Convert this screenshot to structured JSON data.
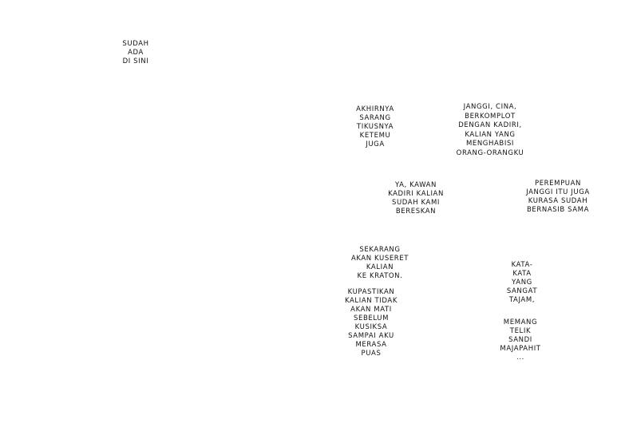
{
  "dialogues": [
    {
      "id": "sudah-ada",
      "lines": [
        "SUDAH",
        "ADA",
        "DI SINI"
      ]
    },
    {
      "id": "akhirnya",
      "lines": [
        "AKHIRNYA",
        "SARANG",
        "TIKUSNYA",
        "KETEMU",
        "JUGA"
      ]
    },
    {
      "id": "janggi-cina",
      "lines": [
        "JANGGI, CINA,",
        "BERKOMPLOT",
        "DENGAN KADIRI,",
        "KALIAN YANG",
        "MENGHABISI",
        "ORANG-ORANGKU"
      ]
    },
    {
      "id": "ya-kawan",
      "lines": [
        "YA, KAWAN",
        "KADIRI KALIAN",
        "SUDAH KAMI",
        "BERESKAN"
      ]
    },
    {
      "id": "perempuan",
      "lines": [
        "PEREMPUAN",
        "JANGGI ITU JUGA",
        "KURASA SUDAH",
        "BERNASIB SAMA"
      ]
    },
    {
      "id": "sekarang",
      "lines": [
        "SEKARANG",
        "AKAN KUSERET",
        "KALIAN",
        "KE KRATON."
      ]
    },
    {
      "id": "kupastikan",
      "lines": [
        "KUPASTIKAN",
        "KALIAN TIDAK",
        "AKAN MATI",
        "SEBELUM",
        "KUSIKSA",
        "SAMPAI AKU",
        "MERASA",
        "PUAS"
      ]
    },
    {
      "id": "kata-kata",
      "lines": [
        "KATA-",
        "KATA",
        "YANG",
        "SANGAT",
        "TAJAM,"
      ]
    },
    {
      "id": "memang",
      "lines": [
        "MEMANG",
        "TELIK",
        "SANDI",
        "MAJAPAHIT",
        "..."
      ]
    }
  ]
}
